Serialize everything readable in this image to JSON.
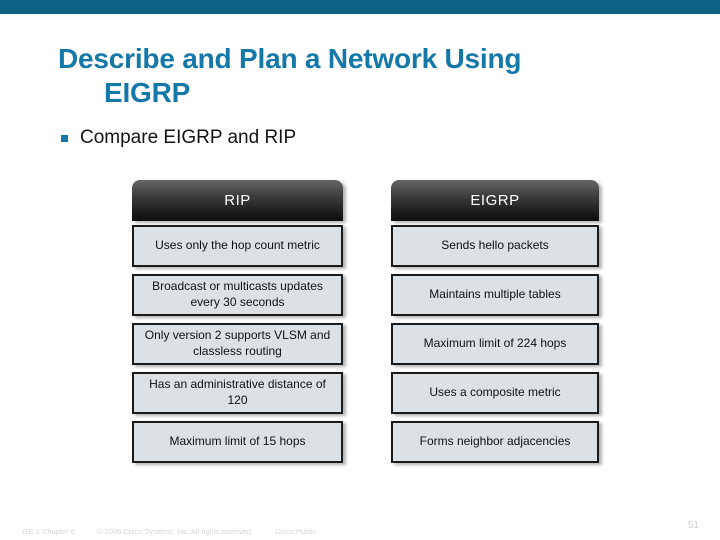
{
  "slide": {
    "title_line1": "Describe and Plan a Network Using",
    "title_line2": "EIGRP",
    "bullet_text": "Compare EIGRP and RIP"
  },
  "comparison": {
    "columns": [
      {
        "header": "RIP",
        "rows": [
          "Uses only the hop count metric",
          "Broadcast or multicasts updates every 30 seconds",
          "Only version 2 supports VLSM and classless routing",
          "Has an administrative distance of 120",
          "Maximum limit of 15 hops"
        ]
      },
      {
        "header": "EIGRP",
        "rows": [
          "Sends hello packets",
          "Maintains multiple tables",
          "Maximum limit of 224 hops",
          "Uses a composite metric",
          "Forms neighbor adjacencies"
        ]
      }
    ]
  },
  "footer": {
    "course": "ITE 1 Chapter 6",
    "copyright": "© 2006 Cisco Systems, Inc. All rights reserved.",
    "classification": "Cisco Public",
    "page_number": "51"
  },
  "colors": {
    "top_bar": "#0C6384",
    "title_text": "#1478A8",
    "box_fill": "#DCE1E5",
    "box_border": "#1A1A1A",
    "header_gradient_top": "#666666",
    "header_gradient_bottom": "#101010",
    "header_text": "#FFFFFF",
    "footer_text": "#D6D6D6"
  }
}
